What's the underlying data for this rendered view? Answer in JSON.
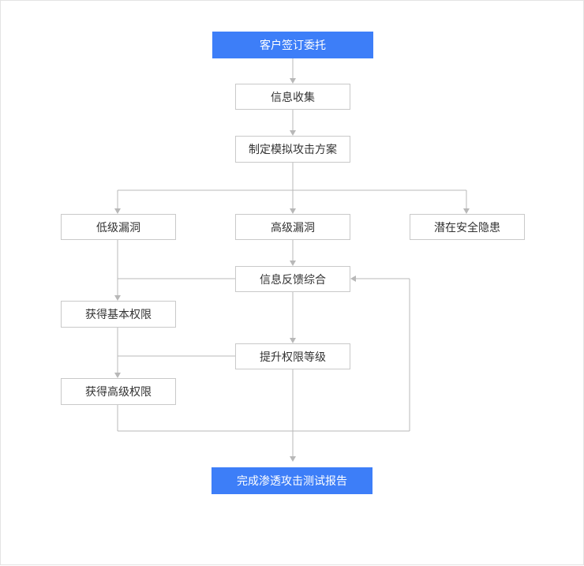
{
  "nodes": {
    "start": "客户签订委托",
    "info_collect": "信息收集",
    "plan": "制定模拟攻击方案",
    "low_vuln": "低级漏洞",
    "high_vuln": "高级漏洞",
    "potential_risk": "潜在安全隐患",
    "feedback": "信息反馈综合",
    "basic_perm": "获得基本权限",
    "raise_perm": "提升权限等级",
    "high_perm": "获得高级权限",
    "report": "完成渗透攻击测试报告"
  },
  "colors": {
    "primary": "#3d7ef8",
    "border": "#c9c9c9",
    "line": "#b8b8b8"
  }
}
